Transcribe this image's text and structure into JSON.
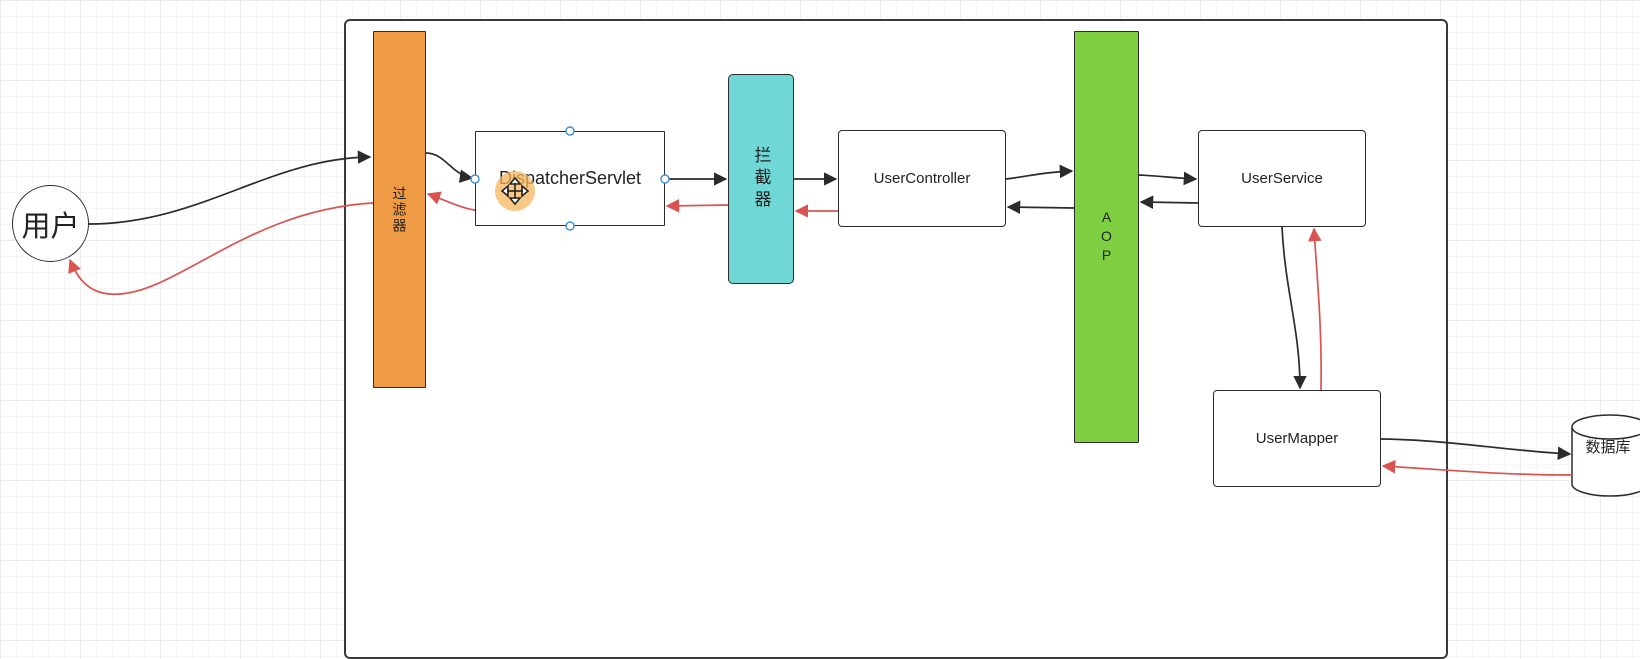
{
  "diagram": {
    "nodes": {
      "user": "用户",
      "filter": "过滤器",
      "dispatcher": "DispatcherServlet",
      "interceptor": "拦截器",
      "controller": "UserController",
      "aop": "AOP",
      "service": "UserService",
      "mapper": "UserMapper",
      "database": "数据库"
    },
    "colors": {
      "filter": "#ef9a44",
      "interceptor": "#6fd8d6",
      "aop": "#7ed042",
      "request_arrow": "#2b2b2b",
      "response_arrow": "#d9534f",
      "selection_handle": "#3d8fd6"
    },
    "selected_node": "dispatcher",
    "cursor_icon": "move-cursor-icon"
  }
}
